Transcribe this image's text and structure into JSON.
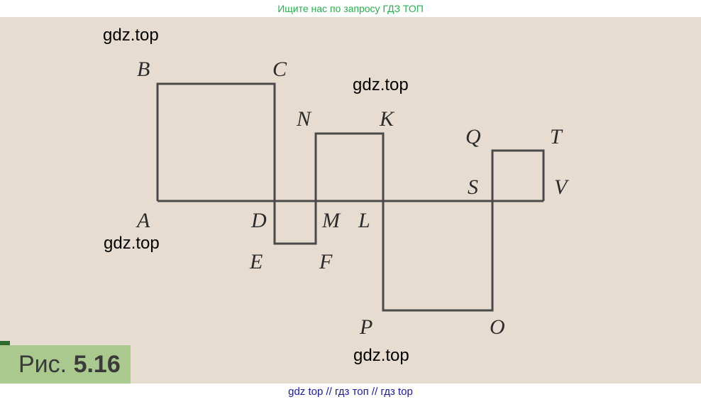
{
  "top_banner": "Ищите нас по запросу ГДЗ ТОП",
  "bottom_banner": "gdz top  //  гдз топ  //  гдз top",
  "watermark": "gdz.top",
  "figure_caption": {
    "prefix": "Рис.",
    "number": "5.16"
  },
  "points": {
    "A": "A",
    "B": "B",
    "C": "C",
    "D": "D",
    "E": "E",
    "F": "F",
    "M": "M",
    "N": "N",
    "K": "K",
    "L": "L",
    "P": "P",
    "O": "O",
    "Q": "Q",
    "T": "T",
    "S": "S",
    "V": "V"
  },
  "colors": {
    "line": "#4a4a4a",
    "background": "#e6dccf",
    "caption_bg": "#a9c98e",
    "banner_top": "#22b14c",
    "banner_bottom": "#1a1aa6"
  }
}
